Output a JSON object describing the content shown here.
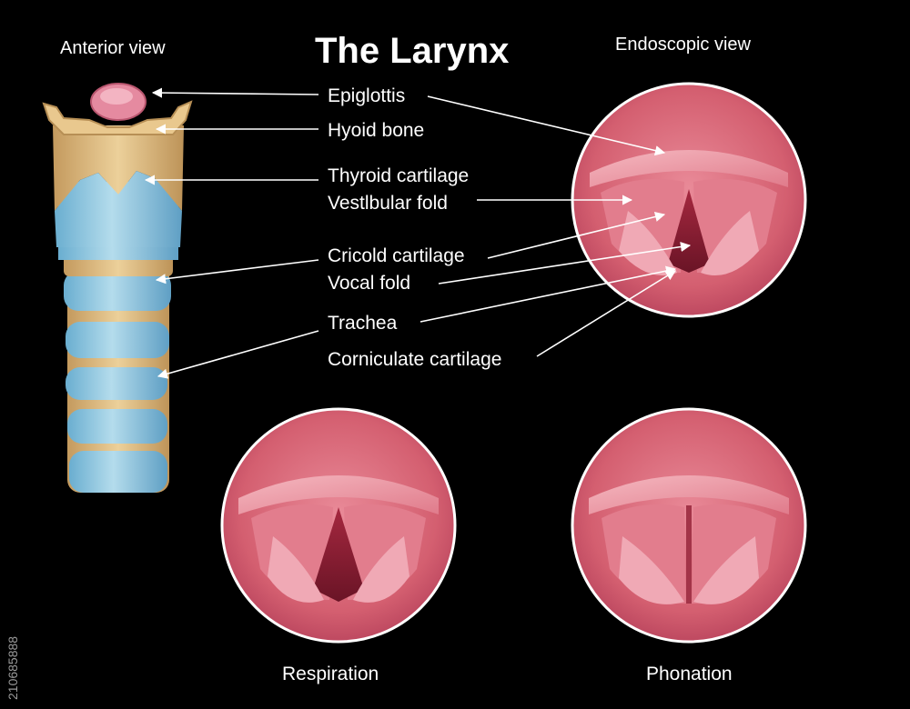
{
  "title": "The Larynx",
  "views": {
    "anterior": "Anterior view",
    "endoscopic": "Endoscopic view"
  },
  "labels": {
    "epiglottis": "Epiglottis",
    "hyoid_bone": "Hyoid bone",
    "thyroid_cartilage": "Thyroid cartilage",
    "vestibular_fold": "Vestlbular fold",
    "cricoid_cartilage": "Cricold cartilage",
    "vocal_fold": "Vocal fold",
    "trachea": "Trachea",
    "corniculate_cartilage": "Corniculate cartilage"
  },
  "captions": {
    "respiration": "Respiration",
    "phonation": "Phonation"
  },
  "stock_id": "210685888",
  "colors": {
    "background": "#000000",
    "text": "#ffffff",
    "tissue": "#d85f6e",
    "tissue_dark": "#9c2f43",
    "cartilage_blue": "#8ec5dd",
    "cartilage_tan": "#d8b37a",
    "epiglottis_pink": "#e58aa0"
  }
}
